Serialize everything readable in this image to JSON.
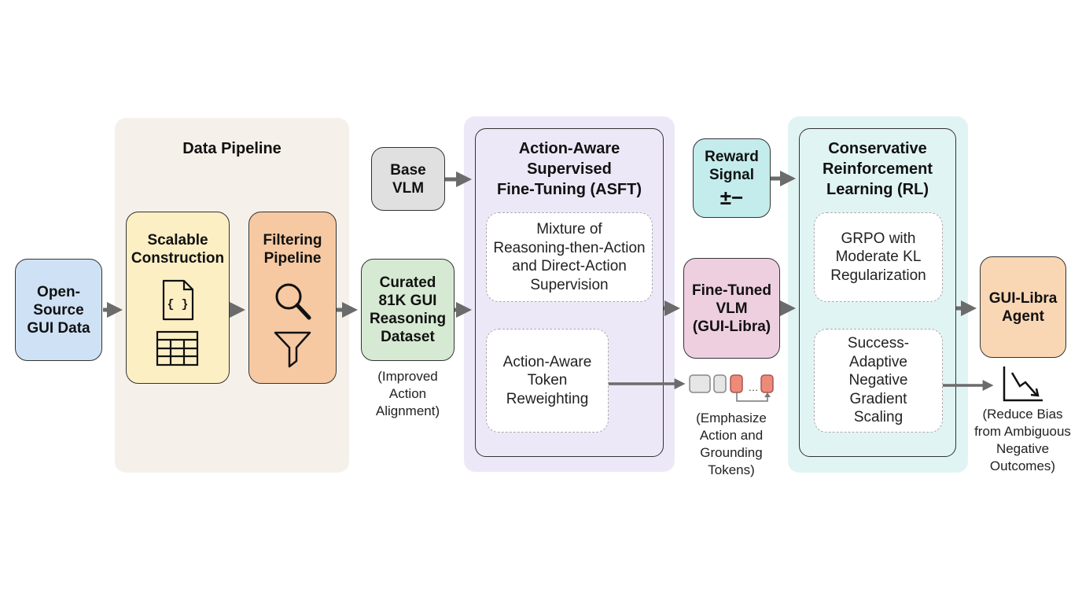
{
  "diagram": {
    "colors": {
      "data_pipeline_panel": "#f5f1ea",
      "asft_panel": "#ede8f7",
      "rl_panel": "#e1f4f4",
      "open_source": "#cfe2f5",
      "scalable": "#fcefc4",
      "filtering": "#f6c9a2",
      "curated": "#d6ead3",
      "base_vlm": "#e0e0e0",
      "reward": "#c4ecec",
      "fine_tuned": "#eecfe0",
      "agent": "#fad7b4",
      "arrow": "#6b6b6b",
      "token_highlight": "#ec8b78"
    },
    "nodes": {
      "open_source": "Open-\nSource\nGUI Data",
      "scalable": "Scalable\nConstruction",
      "filtering": "Filtering\nPipeline",
      "curated": "Curated\n81K GUI\nReasoning\nDataset",
      "base_vlm": "Base\nVLM",
      "reward": "Reward\nSignal",
      "reward_symbol": "±−",
      "fine_tuned": "Fine-Tuned\nVLM\n(GUI-Libra)",
      "agent": "GUI-Libra\nAgent"
    },
    "panels": {
      "data_pipeline": {
        "title": "Data Pipeline"
      },
      "asft": {
        "title": "Action-Aware\nSupervised\nFine-Tuning (ASFT)",
        "items": [
          "Mixture of\nReasoning-then-Action\nand Direct-Action\nSupervision",
          "Action-Aware\nToken\nReweighting"
        ]
      },
      "rl": {
        "title": "Conservative\nReinforcement\nLearning (RL)",
        "items": [
          "GRPO with\nModerate KL\nRegularization",
          "Success-\nAdaptive\nNegative\nGradient\nScaling"
        ]
      }
    },
    "notes": {
      "curated": "(Improved\nAction\nAlignment)",
      "tokens": "(Emphasize\nAction and\nGrounding\nTokens)",
      "gradient": "(Reduce Bias\nfrom Ambiguous\nNegative\nOutcomes)"
    },
    "token_strip": {
      "ellipsis": "…"
    },
    "icons": [
      "code-file-icon",
      "table-icon",
      "magnifier-icon",
      "funnel-icon",
      "token-sequence-icon",
      "declining-chart-icon"
    ]
  }
}
